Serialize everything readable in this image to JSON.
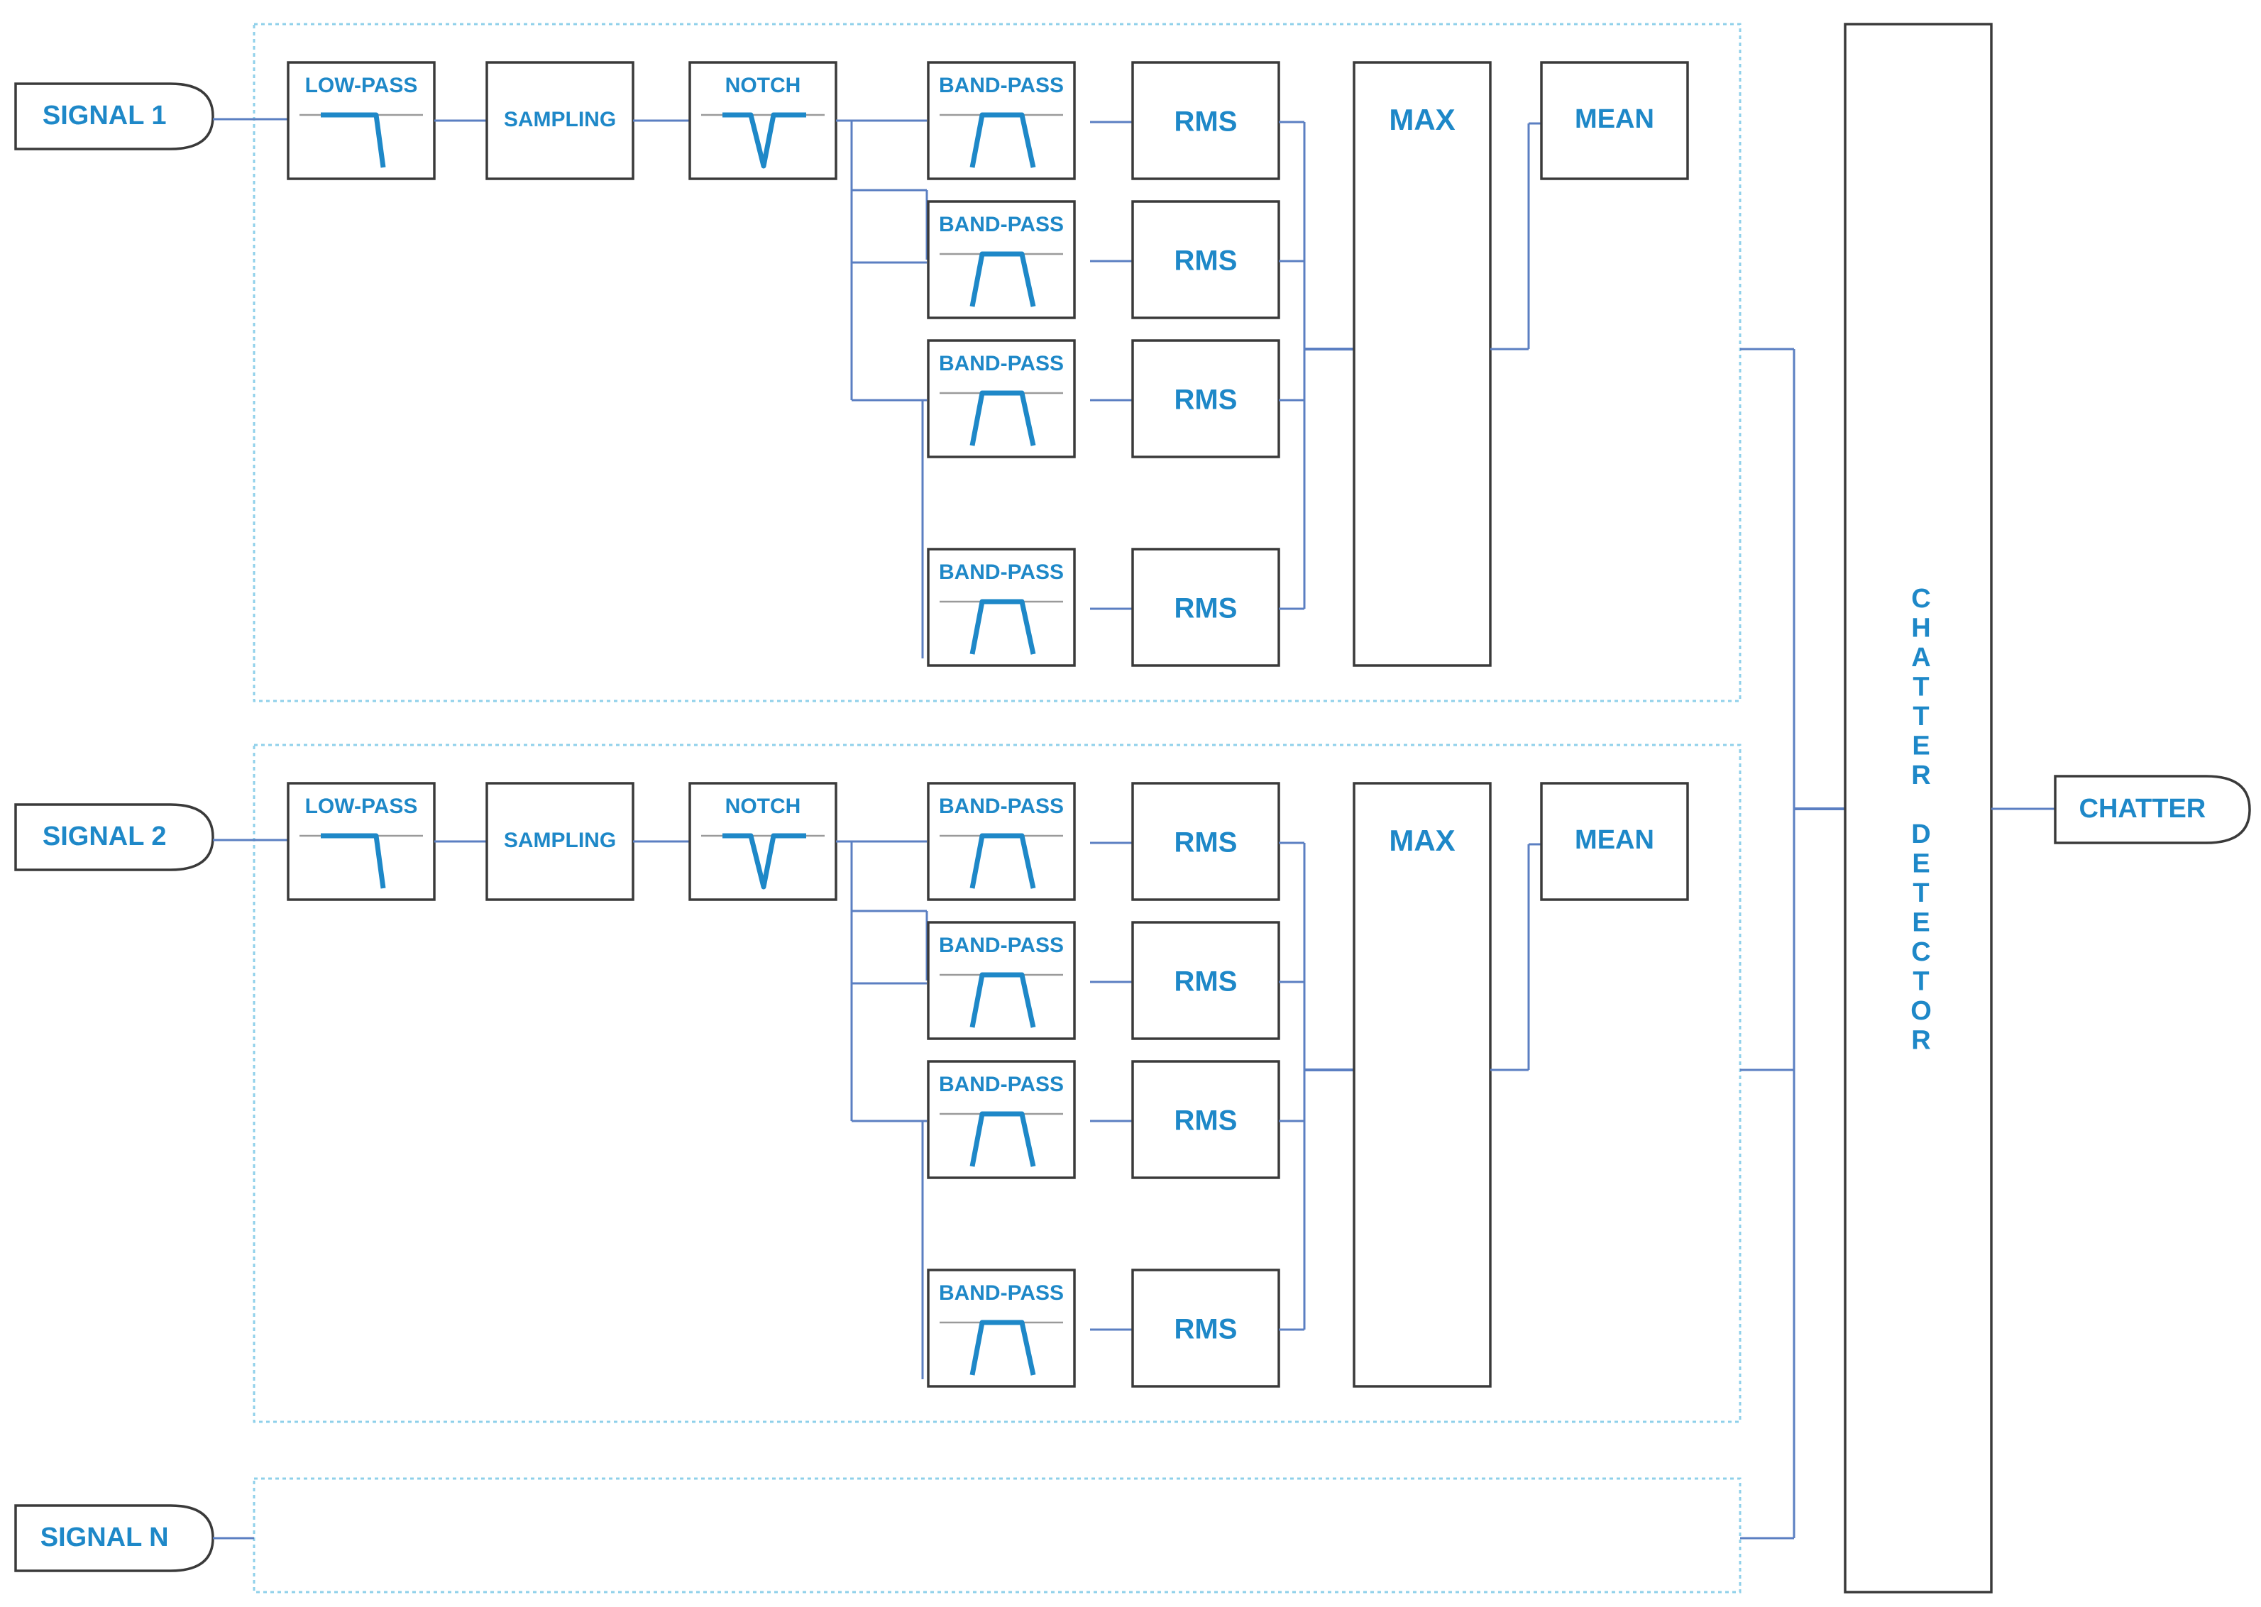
{
  "inputs": {
    "signal1": "SIGNAL 1",
    "signal2": "SIGNAL 2",
    "signalN": "SIGNAL  N"
  },
  "blocks": {
    "lowpass": "LOW-PASS",
    "sampling": "SAMPLING",
    "notch": "NOTCH",
    "bandpass": "BAND-PASS",
    "rms": "RMS",
    "max": "MAX",
    "mean": "MEAN"
  },
  "detector": {
    "label": "CHATTER DETECTOR",
    "letters": [
      "C",
      "H",
      "A",
      "T",
      "T",
      "E",
      "R",
      "",
      "D",
      "E",
      "T",
      "E",
      "C",
      "T",
      "O",
      "R"
    ]
  },
  "output": {
    "label": "CHATTER"
  },
  "colors": {
    "text": "#1e88c8",
    "wire": "#5b7fc2",
    "frame": "#8fd0ea",
    "box_stroke": "#3a3a3a",
    "symbol": "#1e88c8",
    "symbol_axis": "#9a9a9a"
  }
}
